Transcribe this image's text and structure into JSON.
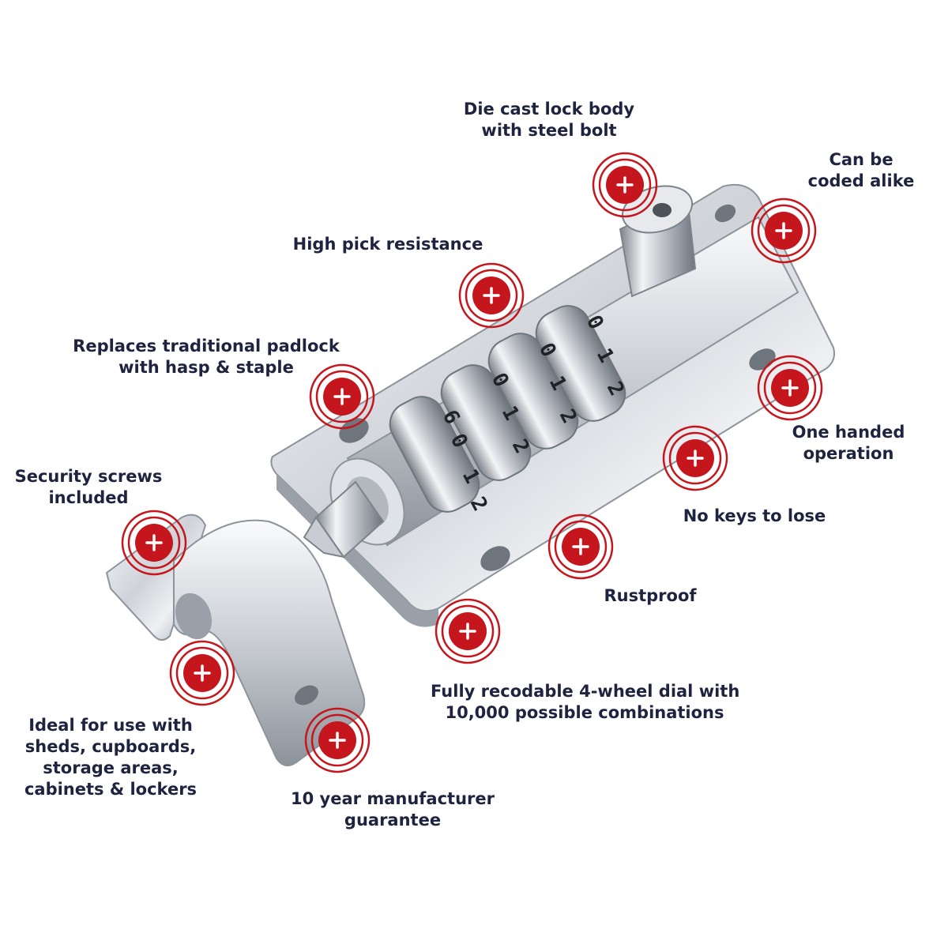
{
  "features": [
    {
      "id": "die-cast",
      "lines": [
        "Die cast lock body",
        "with steel bolt"
      ]
    },
    {
      "id": "coded-alike",
      "lines": [
        "Can be",
        "coded alike"
      ]
    },
    {
      "id": "pick-resistance",
      "lines": [
        "High pick resistance"
      ]
    },
    {
      "id": "replaces-padlock",
      "lines": [
        "Replaces traditional padlock",
        "with hasp & staple"
      ]
    },
    {
      "id": "one-handed",
      "lines": [
        "One handed",
        "operation"
      ]
    },
    {
      "id": "security-screws",
      "lines": [
        "Security screws",
        "included"
      ]
    },
    {
      "id": "no-keys",
      "lines": [
        "No keys to lose"
      ]
    },
    {
      "id": "rustproof",
      "lines": [
        "Rustproof"
      ]
    },
    {
      "id": "recodable",
      "lines": [
        "Fully recodable 4-wheel dial with",
        "10,000 possible combinations"
      ]
    },
    {
      "id": "ideal-for",
      "lines": [
        "Ideal for use with",
        "sheds, cupboards,",
        "storage areas,",
        "cabinets & lockers"
      ]
    },
    {
      "id": "guarantee",
      "lines": [
        "10 year manufacturer",
        "guarantee"
      ]
    }
  ],
  "dial": {
    "wheel_1": [
      "6",
      "0",
      "1",
      "2"
    ],
    "wheel_2": [
      "0",
      "1",
      "2"
    ],
    "wheel_3": [
      "0",
      "1",
      "2"
    ],
    "wheel_4": [
      "0",
      "1",
      "2"
    ]
  },
  "colors": {
    "hotspot": "#c4161c",
    "text": "#1e2340",
    "chrome_light": "#eef0f3",
    "chrome_dark": "#8d939b"
  },
  "hotspot_icon": "plus-icon"
}
